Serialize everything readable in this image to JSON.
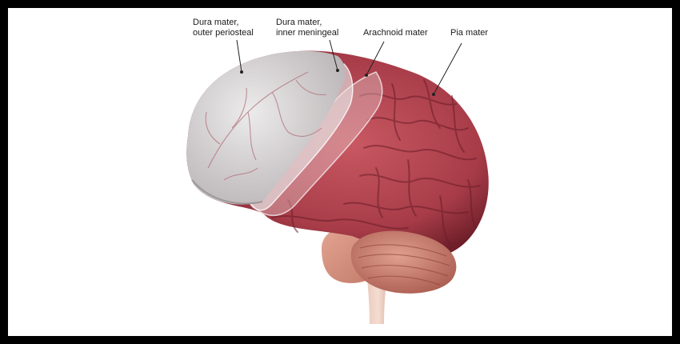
{
  "labels": {
    "dura_outer": {
      "line1": "Dura mater,",
      "line2": "outer periosteal"
    },
    "dura_inner": {
      "line1": "Dura mater,",
      "line2": "inner meningeal"
    },
    "arachnoid": "Arachnoid mater",
    "pia": "Pia mater"
  },
  "colors": {
    "frame": "#000000",
    "background": "#ffffff",
    "brain": "#b5454e",
    "brain_dark": "#7d2530",
    "cerebellum": "#c77a6a",
    "dura": "#d8d4d5",
    "leader": "#222222"
  }
}
